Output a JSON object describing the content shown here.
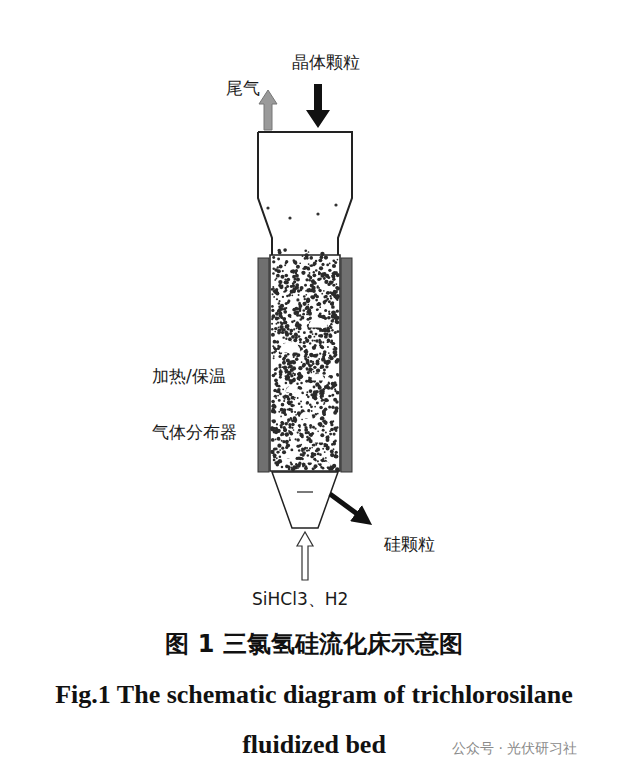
{
  "diagram": {
    "caption": "图 1  三氯氢硅流化床示意图",
    "labels": [
      "尾气",
      "晶体颗粒",
      "加热/保温",
      "气体分布器",
      "硅颗粒",
      "SiHCl3、H2",
      "Fig.1 The schematic diagram of trichlorosilane fluidized bed",
      "公众号 · 光伏研习社"
    ]
  }
}
